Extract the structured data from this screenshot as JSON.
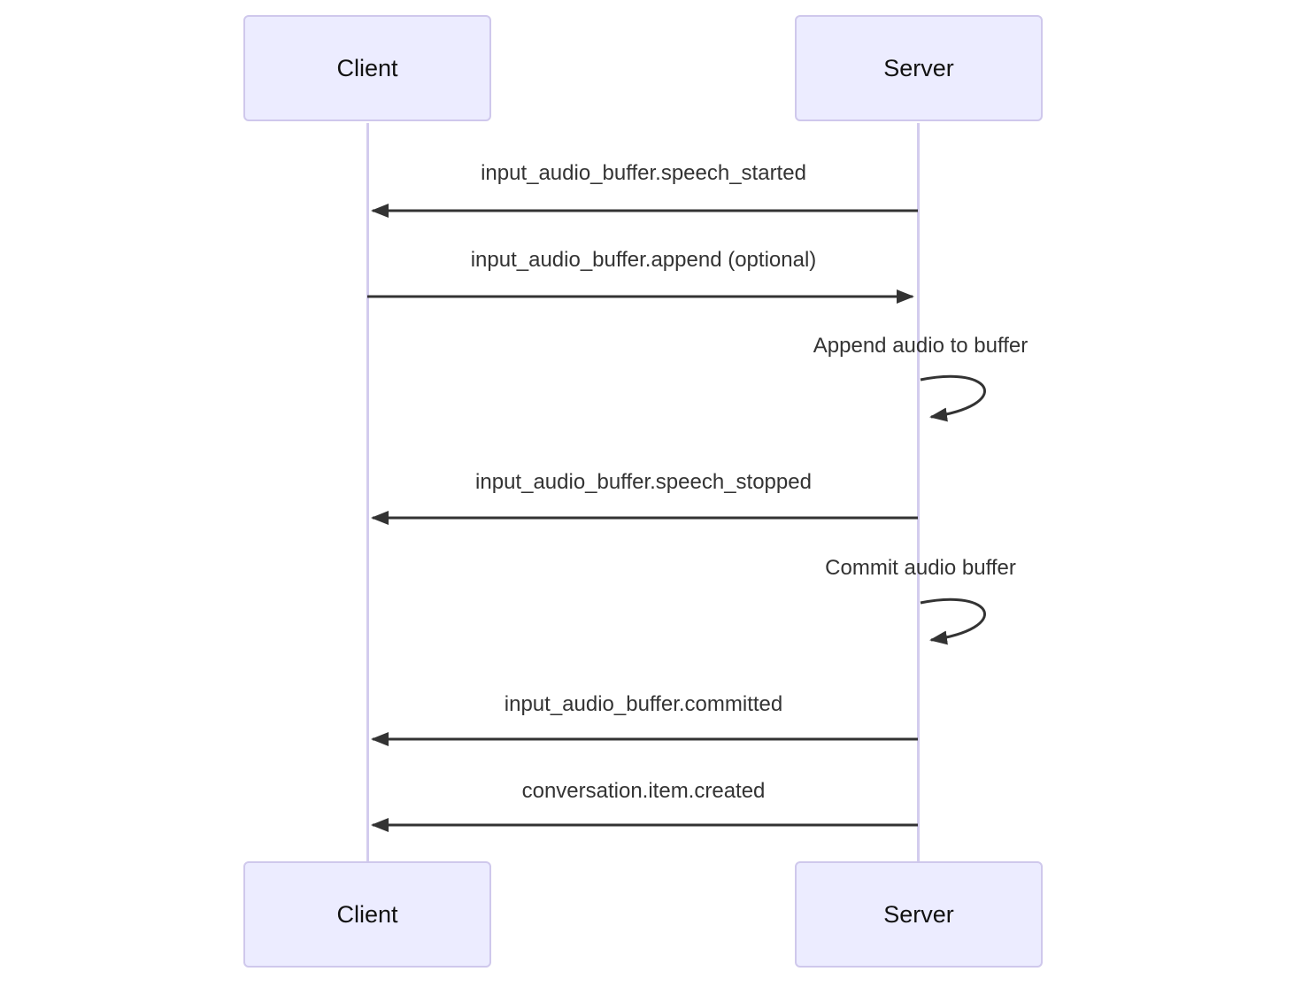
{
  "diagram": {
    "type": "sequence-diagram",
    "actors": [
      {
        "id": "client",
        "label": "Client"
      },
      {
        "id": "server",
        "label": "Server"
      }
    ],
    "messages": [
      {
        "kind": "message",
        "from": "server",
        "to": "client",
        "direction": "left",
        "label": "input_audio_buffer.speech_started"
      },
      {
        "kind": "message",
        "from": "client",
        "to": "server",
        "direction": "right",
        "label": "input_audio_buffer.append (optional)"
      },
      {
        "kind": "self-loop",
        "actor": "server",
        "label": "Append audio to buffer"
      },
      {
        "kind": "message",
        "from": "server",
        "to": "client",
        "direction": "left",
        "label": "input_audio_buffer.speech_stopped"
      },
      {
        "kind": "self-loop",
        "actor": "server",
        "label": "Commit audio buffer"
      },
      {
        "kind": "message",
        "from": "server",
        "to": "client",
        "direction": "left",
        "label": "input_audio_buffer.committed"
      },
      {
        "kind": "message",
        "from": "server",
        "to": "client",
        "direction": "left",
        "label": "conversation.item.created"
      }
    ],
    "colors": {
      "actor_fill": "#ECECFF",
      "actor_border": "#CFC8EC",
      "lifeline": "#D3CCEE",
      "arrow": "#333333",
      "text": "#333333"
    }
  }
}
